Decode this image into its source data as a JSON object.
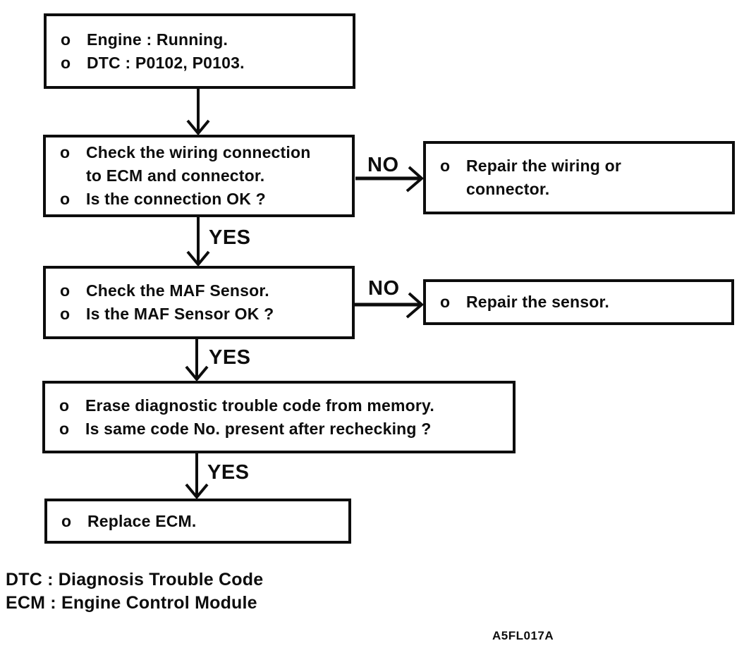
{
  "bullet_char": "o",
  "labels": {
    "yes": "YES",
    "no": "NO"
  },
  "boxes": {
    "start": {
      "items": [
        "Engine : Running.",
        "DTC : P0102, P0103."
      ]
    },
    "check_wiring": {
      "items": [
        "Check the wiring connection\nto ECM and connector.",
        "Is the connection OK ?"
      ]
    },
    "repair_wiring": {
      "items": [
        "Repair the wiring or\nconnector."
      ]
    },
    "check_maf": {
      "items": [
        "Check the MAF Sensor.",
        "Is the MAF Sensor OK ?"
      ]
    },
    "repair_sensor": {
      "items": [
        "Repair the sensor."
      ]
    },
    "erase_dtc": {
      "items": [
        "Erase diagnostic trouble code from memory.",
        "Is same code No. present after rechecking ?"
      ]
    },
    "replace_ecm": {
      "items": [
        "Replace ECM."
      ]
    }
  },
  "legend": {
    "lines": [
      "DTC : Diagnosis Trouble Code",
      "ECM : Engine Control Module"
    ]
  },
  "figure_code": "A5FL017A",
  "colors": {
    "ink": "#0d0d0d",
    "background": "#ffffff"
  }
}
